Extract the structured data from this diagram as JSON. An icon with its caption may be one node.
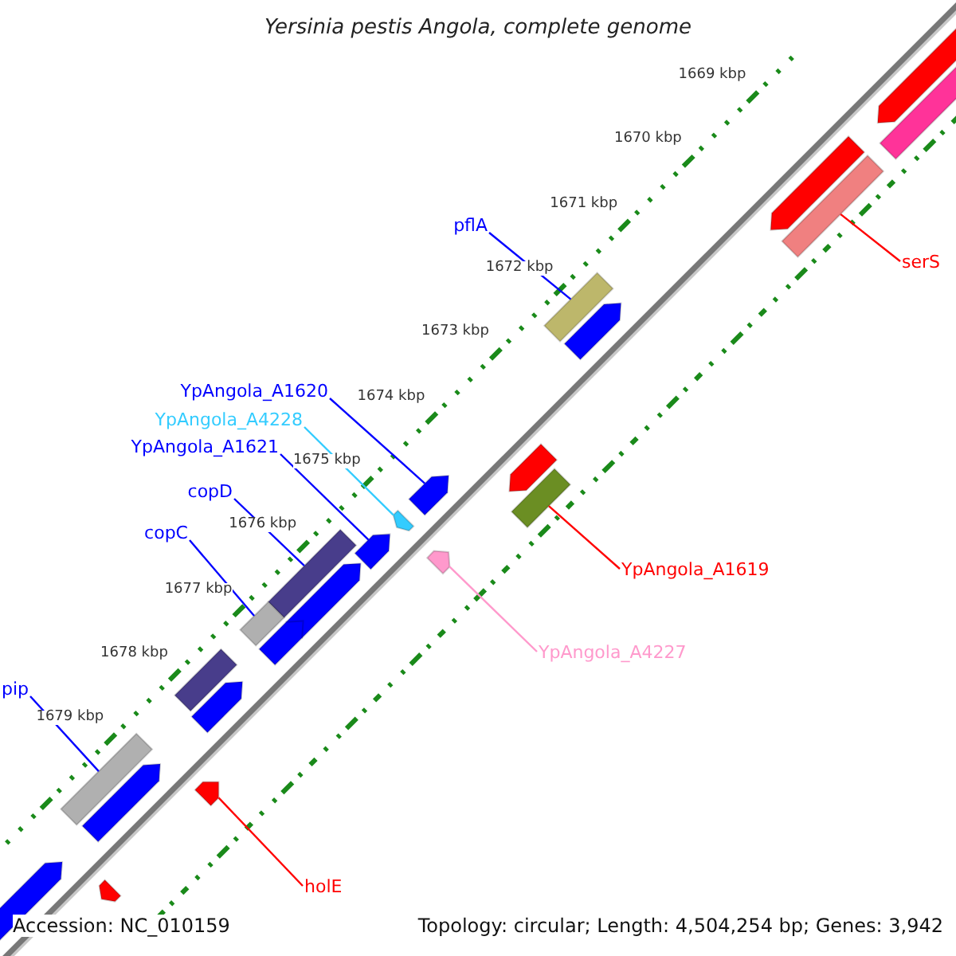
{
  "diagram": {
    "title": "Yersinia pestis Angola, complete genome",
    "nodes": [
      {
        "text": [
          "pflA"
        ]
      },
      {
        "text": [
          "serS"
        ]
      },
      {
        "text": [
          "YpAngola_A1620"
        ]
      },
      {
        "text": [
          "YpAngola_A4228"
        ]
      },
      {
        "text": [
          "YpAngola_A1621"
        ]
      },
      {
        "text": [
          "copD"
        ]
      },
      {
        "text": [
          "copC"
        ]
      },
      {
        "text": [
          "YpAngola_A1619"
        ]
      },
      {
        "text": [
          "YpAngola_A4227"
        ]
      },
      {
        "text": [
          "pip"
        ]
      },
      {
        "text": [
          "holE"
        ]
      },
      {
        "text": [],
        "shape": "bar"
      },
      {
        "text": [],
        "shape": "bar"
      },
      {
        "text": [],
        "shape": "bar"
      },
      {
        "text": [],
        "shape": "bar"
      },
      {
        "text": [],
        "shape": "bar"
      },
      {
        "text": [],
        "shape": "bar"
      },
      {
        "text": [],
        "shape": "bar"
      },
      {
        "text": [],
        "shape": "bar"
      },
      {
        "text": [],
        "shape": "bar"
      },
      {
        "text": [],
        "shape": "bar"
      },
      {
        "text": [],
        "shape": "bar"
      },
      {
        "text": [],
        "shape": "bar"
      }
    ],
    "edges": [
      {
        "from": 0,
        "to": 12,
        "arrow": "none"
      },
      {
        "from": 1,
        "to": 11,
        "arrow": "none",
        "color": "#ff0000"
      },
      {
        "from": 2,
        "to": 13,
        "arrow": "none"
      },
      {
        "from": 3,
        "to": 15,
        "arrow": "none",
        "color": "#33ccff"
      },
      {
        "from": 4,
        "to": 16,
        "arrow": "none"
      },
      {
        "from": 5,
        "to": 18,
        "arrow": "none"
      },
      {
        "from": 6,
        "to": 19,
        "arrow": "none"
      },
      {
        "from": 7,
        "to": 14,
        "arrow": "none",
        "color": "#ff0000"
      },
      {
        "from": 8,
        "to": 17,
        "arrow": "none",
        "color": "#ff99cc"
      },
      {
        "from": 9,
        "to": 20,
        "arrow": "none"
      },
      {
        "from": 10,
        "to": 21,
        "arrow": "none",
        "color": "#ff0000"
      }
    ],
    "labels": [
      "1669 kbp",
      "1670 kbp",
      "1671 kbp",
      "1672 kbp",
      "1673 kbp",
      "1674 kbp",
      "1675 kbp",
      "1676 kbp",
      "1677 kbp",
      "1678 kbp",
      "1679 kbp",
      "Accession: NC_010159",
      "Topology: circular; Length: 4,504,254 bp; Genes: 3,942"
    ]
  }
}
